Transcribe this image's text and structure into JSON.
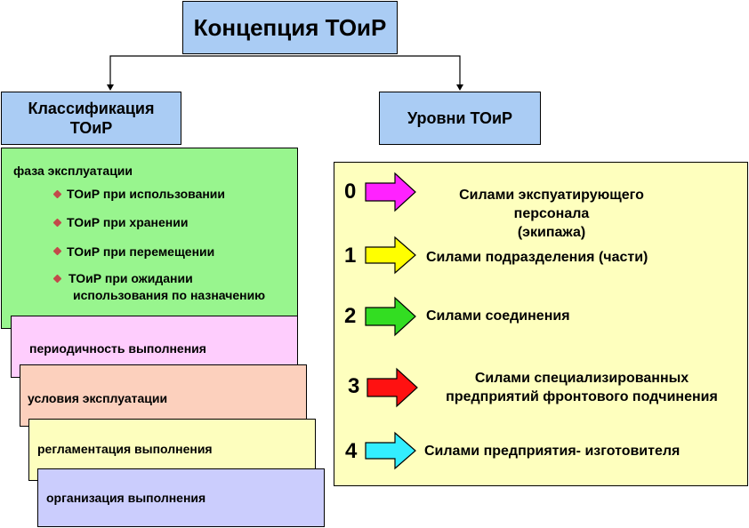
{
  "title": "Концепция ТОиР",
  "classification": {
    "title_line1": "Классификация",
    "title_line2": "ТОиР",
    "phase": {
      "heading": "фаза эксплуатации",
      "items": [
        "ТОиР при использовании",
        "ТОиР  при хранении",
        "ТОиР  при перемещении",
        "ТОиР при ожидании",
        "использования по  назначению"
      ]
    },
    "stack": [
      "периодичность выполнения",
      "условия эксплуатации",
      "регламентация выполнения",
      "организация выполнения"
    ]
  },
  "levels": {
    "title": "Уровни ТОиР",
    "items": [
      {
        "num": "0",
        "line1": "Силами экспуатирующего персонала",
        "line2": "(экипажа)",
        "color": "#ff22ff"
      },
      {
        "num": "1",
        "line1": "Силами подразделения (части)",
        "line2": "",
        "color": "#ffff00"
      },
      {
        "num": "2",
        "line1": "Силами соединения",
        "line2": "",
        "color": "#33dd22"
      },
      {
        "num": "3",
        "line1": "Силами специализированных",
        "line2": "предприятий фронтового подчинения",
        "color": "#ff1111"
      },
      {
        "num": "4",
        "line1": "Силами предприятия- изготовителя",
        "line2": "",
        "color": "#33eeff"
      }
    ]
  },
  "colors": {
    "header_blue": "#aaccf4",
    "phase_green": "#98f58e",
    "levels_panel": "#feffbe"
  }
}
